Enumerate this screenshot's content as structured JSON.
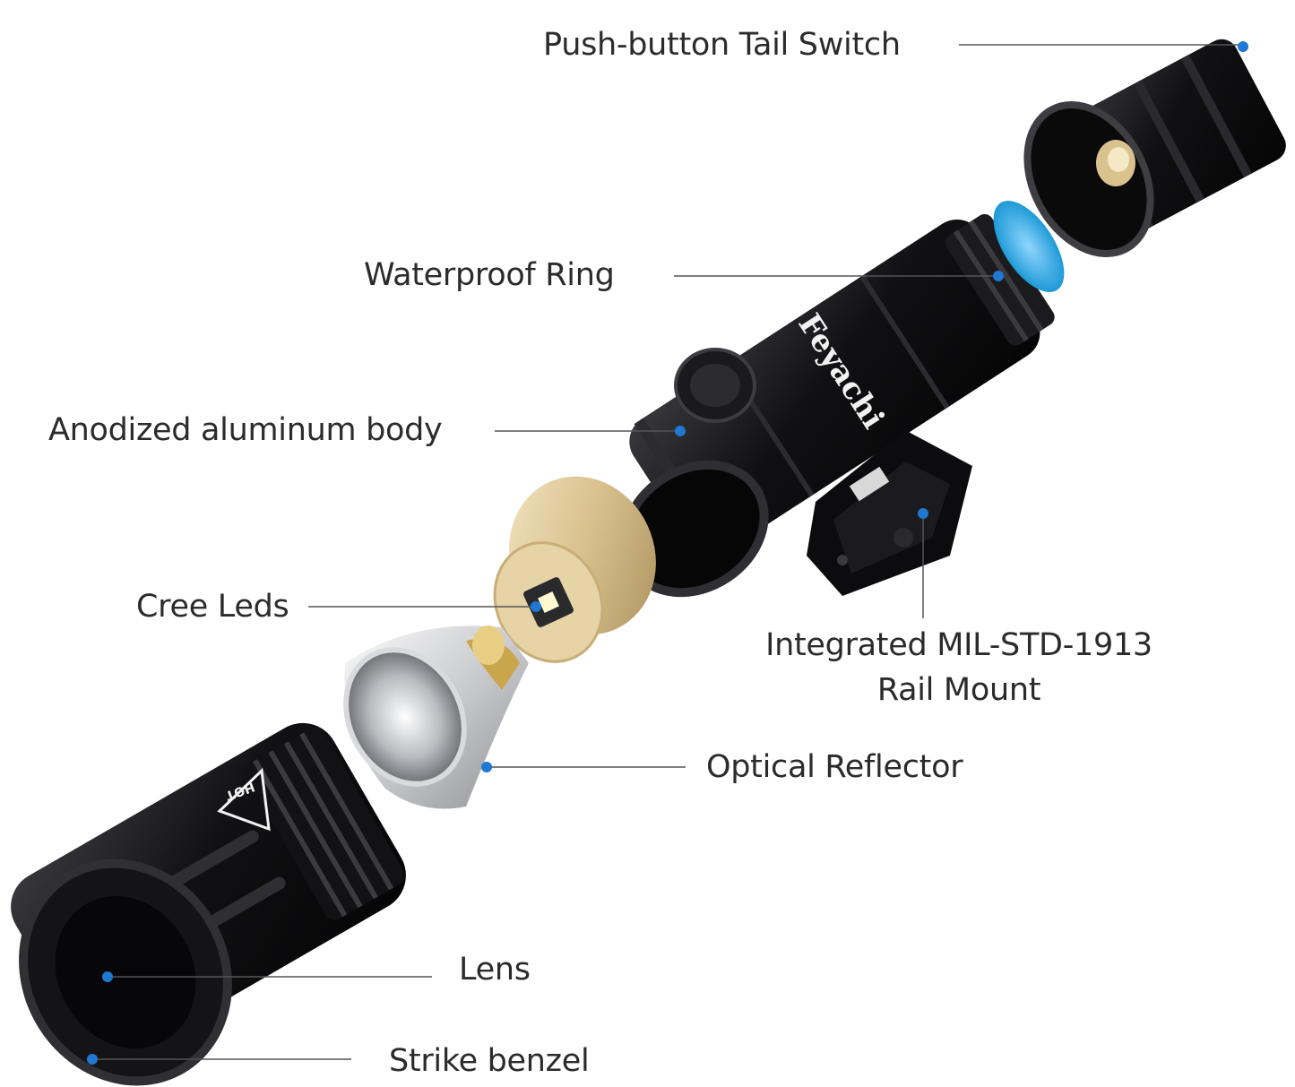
{
  "brand": "Feyachi",
  "hot_mark": "HOT",
  "accent_dot_color": "#1f78d1",
  "leader_line_color": "#555555",
  "callouts": {
    "tail_switch": "Push-button Tail Switch",
    "waterproof_ring": "Waterproof Ring",
    "body": "Anodized aluminum body",
    "cree_leds": "Cree Leds",
    "rail_mount_line1": "Integrated MIL-STD-1913",
    "rail_mount_line2": "Rail Mount",
    "reflector": "Optical Reflector",
    "lens": "Lens",
    "strike_bezel": "Strike benzel"
  }
}
